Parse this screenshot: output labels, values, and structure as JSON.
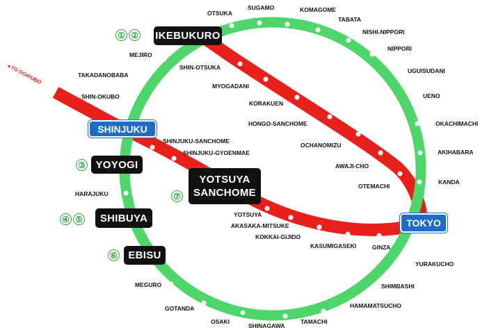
{
  "colors": {
    "yamanote": "#4fd66b",
    "marunouchi": "#e8201c",
    "station_dot": "#ffffff",
    "label_box": "#111111",
    "terminal_box": "#1f6cc7",
    "route_numbers": "#2eaa3c"
  },
  "direction_label": "◂ TO OGIKUBO",
  "major_stations": {
    "ikebukuro": {
      "label": "IKEBUKURO",
      "numbers": [
        "①",
        "②"
      ]
    },
    "shinjuku": {
      "label": "SHINJUKU"
    },
    "yoyogi": {
      "label": "YOYOGI",
      "numbers": [
        "③"
      ]
    },
    "shibuya": {
      "label": "SHIBUYA",
      "numbers": [
        "④",
        "⑤"
      ]
    },
    "ebisu": {
      "label": "EBISU",
      "numbers": [
        "⑥"
      ]
    },
    "yotsuya_sanchome": {
      "label_line1": "YOTSUYA",
      "label_line2": "SANCHOME",
      "numbers": [
        "⑦"
      ]
    },
    "tokyo": {
      "label": "TOKYO"
    }
  },
  "yamanote_labels": [
    "OTSUKA",
    "SUGAMO",
    "KOMAGOME",
    "TABATA",
    "NISHI-NIPPORI",
    "NIPPORI",
    "UGUISUDANI",
    "UENO",
    "OKACHIMACHI",
    "AKIHABARA",
    "KANDA",
    "YURAKUCHO",
    "SHIMBASHI",
    "HAMAMATSUCHO",
    "TAMACHI",
    "SHINAGAWA",
    "OSAKI",
    "GOTANDA",
    "MEGURO",
    "HARAJUKU",
    "TAKADANOBABA",
    "MEJIRO",
    "SHIN-OKUBO"
  ],
  "marunouchi_labels": [
    "SHIN-OTSUKA",
    "MYOGADANI",
    "KORAKUEN",
    "HONGO-SANCHOME",
    "OCHANOMIZU",
    "AWAJI-CHO",
    "OTEMACHI",
    "SHINJUKU-SANCHOME",
    "SHINJUKU-GYOENMAE",
    "YOTSUYA",
    "AKASAKA-MITSUKE",
    "KOKKAI-GIJIDO",
    "KASUMIGASEKI",
    "GINZA"
  ]
}
